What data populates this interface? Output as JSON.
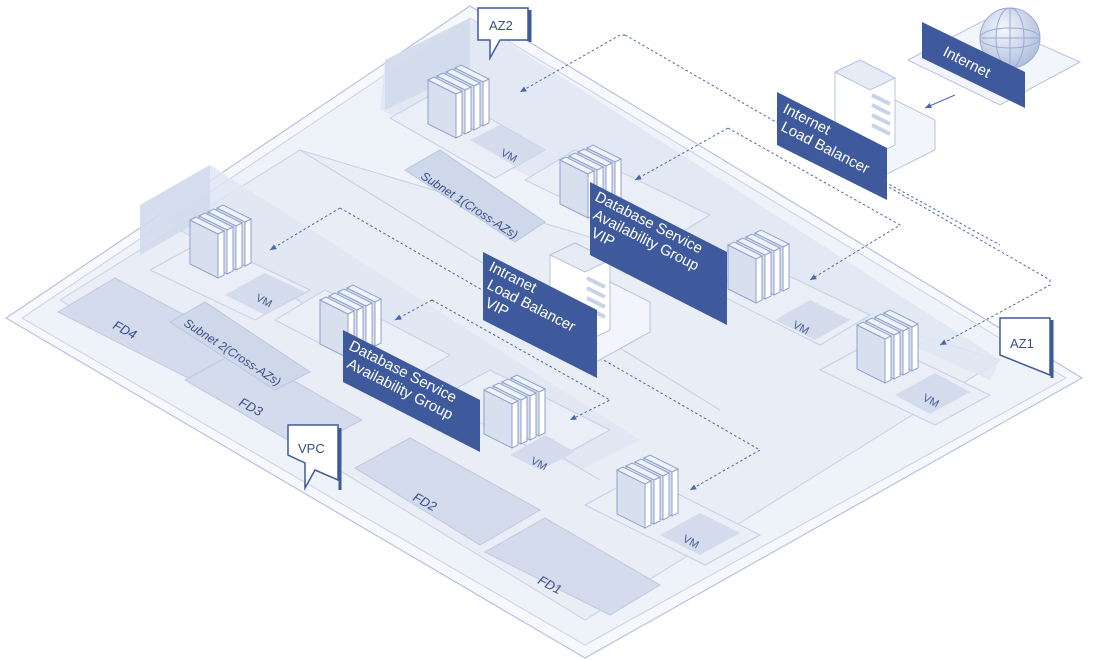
{
  "labels": {
    "vpc": "VPC",
    "az1": "AZ1",
    "az2": "AZ2",
    "fd1": "FD1",
    "fd2": "FD2",
    "fd3": "FD3",
    "fd4": "FD4",
    "vm": "VM",
    "subnet1": "Subnet 1(Cross-AZs)",
    "subnet2": "Subnet 2(Cross-AZs)",
    "internet": "Internet",
    "internet_lb": [
      "Internet",
      "Load Balancer"
    ],
    "intranet_lb": [
      "Intranet",
      "Load Balancer",
      "VIP"
    ],
    "db_ag_vip": [
      "Database Service",
      "Availability Group",
      "VIP"
    ],
    "db_ag": [
      "Database Service",
      "Availability Group"
    ]
  },
  "colors": {
    "banner": "#3f5a9c",
    "outline": "#b7c3df",
    "fill_light": "#eef2f9",
    "fill_mid": "#dde4f1",
    "fill_dark": "#c9d3e8",
    "dashed_link": "#4b67a8",
    "text": "#3b4f87"
  },
  "icons": {
    "globe": "internet-globe-icon",
    "server": "server-stack-icon",
    "load_balancer": "load-balancer-icon"
  }
}
